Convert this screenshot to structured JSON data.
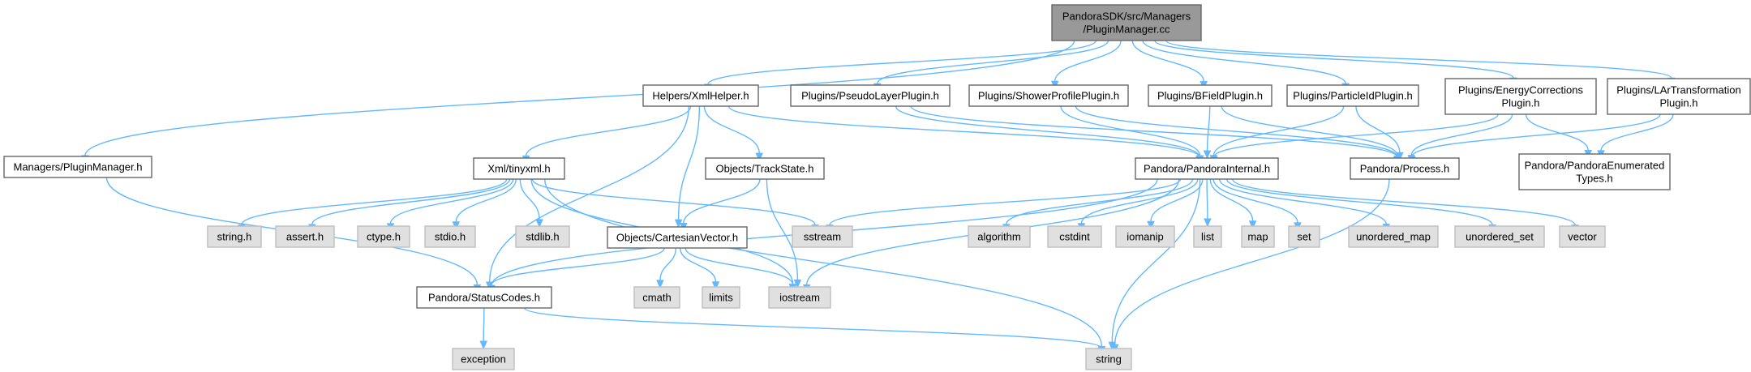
{
  "graph": {
    "edge_color": "#63b8ff",
    "root_fill": "#999999",
    "system_fill": "#e0e0e0",
    "local_fill": "#ffffff",
    "nodes": [
      {
        "id": "root",
        "kind": "root",
        "lines": [
          "PandoraSDK/src/Managers",
          "/PluginManager.cc"
        ]
      },
      {
        "id": "mgr_h",
        "kind": "local",
        "lines": [
          "Managers/PluginManager.h"
        ]
      },
      {
        "id": "xmlhelper",
        "kind": "local",
        "lines": [
          "Helpers/XmlHelper.h"
        ]
      },
      {
        "id": "pseudo",
        "kind": "local",
        "lines": [
          "Plugins/PseudoLayerPlugin.h"
        ]
      },
      {
        "id": "shower",
        "kind": "local",
        "lines": [
          "Plugins/ShowerProfilePlugin.h"
        ]
      },
      {
        "id": "bfield",
        "kind": "local",
        "lines": [
          "Plugins/BFieldPlugin.h"
        ]
      },
      {
        "id": "pid",
        "kind": "local",
        "lines": [
          "Plugins/ParticleIdPlugin.h"
        ]
      },
      {
        "id": "energy",
        "kind": "local",
        "lines": [
          "Plugins/EnergyCorrections",
          "Plugin.h"
        ]
      },
      {
        "id": "lar",
        "kind": "local",
        "lines": [
          "Plugins/LArTransformation",
          "Plugin.h"
        ]
      },
      {
        "id": "tinyxml",
        "kind": "local",
        "lines": [
          "Xml/tinyxml.h"
        ]
      },
      {
        "id": "trackstate",
        "kind": "local",
        "lines": [
          "Objects/TrackState.h"
        ]
      },
      {
        "id": "internal",
        "kind": "local",
        "lines": [
          "Pandora/PandoraInternal.h"
        ]
      },
      {
        "id": "process",
        "kind": "local",
        "lines": [
          "Pandora/Process.h"
        ]
      },
      {
        "id": "enumtypes",
        "kind": "local",
        "lines": [
          "Pandora/PandoraEnumerated",
          "Types.h"
        ]
      },
      {
        "id": "cartesian",
        "kind": "local",
        "lines": [
          "Objects/CartesianVector.h"
        ]
      },
      {
        "id": "status",
        "kind": "local",
        "lines": [
          "Pandora/StatusCodes.h"
        ]
      },
      {
        "id": "string_h",
        "kind": "system",
        "lines": [
          "string.h"
        ]
      },
      {
        "id": "assert_h",
        "kind": "system",
        "lines": [
          "assert.h"
        ]
      },
      {
        "id": "ctype_h",
        "kind": "system",
        "lines": [
          "ctype.h"
        ]
      },
      {
        "id": "stdio_h",
        "kind": "system",
        "lines": [
          "stdio.h"
        ]
      },
      {
        "id": "stdlib_h",
        "kind": "system",
        "lines": [
          "stdlib.h"
        ]
      },
      {
        "id": "sstream",
        "kind": "system",
        "lines": [
          "sstream"
        ]
      },
      {
        "id": "algorithm",
        "kind": "system",
        "lines": [
          "algorithm"
        ]
      },
      {
        "id": "cstdint",
        "kind": "system",
        "lines": [
          "cstdint"
        ]
      },
      {
        "id": "iomanip",
        "kind": "system",
        "lines": [
          "iomanip"
        ]
      },
      {
        "id": "list",
        "kind": "system",
        "lines": [
          "list"
        ]
      },
      {
        "id": "map",
        "kind": "system",
        "lines": [
          "map"
        ]
      },
      {
        "id": "set",
        "kind": "system",
        "lines": [
          "set"
        ]
      },
      {
        "id": "unordered_map",
        "kind": "system",
        "lines": [
          "unordered_map"
        ]
      },
      {
        "id": "unordered_set",
        "kind": "system",
        "lines": [
          "unordered_set"
        ]
      },
      {
        "id": "vector",
        "kind": "system",
        "lines": [
          "vector"
        ]
      },
      {
        "id": "cmath",
        "kind": "system",
        "lines": [
          "cmath"
        ]
      },
      {
        "id": "limits",
        "kind": "system",
        "lines": [
          "limits"
        ]
      },
      {
        "id": "iostream",
        "kind": "system",
        "lines": [
          "iostream"
        ]
      },
      {
        "id": "exception",
        "kind": "system",
        "lines": [
          "exception"
        ]
      },
      {
        "id": "string",
        "kind": "system",
        "lines": [
          "string"
        ]
      }
    ],
    "edges": [
      [
        "root",
        "mgr_h"
      ],
      [
        "root",
        "xmlhelper"
      ],
      [
        "root",
        "pseudo"
      ],
      [
        "root",
        "shower"
      ],
      [
        "root",
        "bfield"
      ],
      [
        "root",
        "pid"
      ],
      [
        "root",
        "energy"
      ],
      [
        "root",
        "lar"
      ],
      [
        "mgr_h",
        "status"
      ],
      [
        "xmlhelper",
        "tinyxml"
      ],
      [
        "xmlhelper",
        "trackstate"
      ],
      [
        "xmlhelper",
        "cartesian"
      ],
      [
        "xmlhelper",
        "internal"
      ],
      [
        "xmlhelper",
        "status"
      ],
      [
        "pseudo",
        "internal"
      ],
      [
        "pseudo",
        "process"
      ],
      [
        "shower",
        "internal"
      ],
      [
        "shower",
        "process"
      ],
      [
        "bfield",
        "internal"
      ],
      [
        "bfield",
        "process"
      ],
      [
        "pid",
        "internal"
      ],
      [
        "pid",
        "process"
      ],
      [
        "energy",
        "internal"
      ],
      [
        "energy",
        "process"
      ],
      [
        "energy",
        "enumtypes"
      ],
      [
        "lar",
        "process"
      ],
      [
        "lar",
        "enumtypes"
      ],
      [
        "tinyxml",
        "string_h"
      ],
      [
        "tinyxml",
        "assert_h"
      ],
      [
        "tinyxml",
        "ctype_h"
      ],
      [
        "tinyxml",
        "stdio_h"
      ],
      [
        "tinyxml",
        "stdlib_h"
      ],
      [
        "tinyxml",
        "sstream"
      ],
      [
        "tinyxml",
        "iostream"
      ],
      [
        "tinyxml",
        "string"
      ],
      [
        "trackstate",
        "cartesian"
      ],
      [
        "trackstate",
        "iostream"
      ],
      [
        "internal",
        "sstream"
      ],
      [
        "internal",
        "algorithm"
      ],
      [
        "internal",
        "cstdint"
      ],
      [
        "internal",
        "iomanip"
      ],
      [
        "internal",
        "list"
      ],
      [
        "internal",
        "map"
      ],
      [
        "internal",
        "set"
      ],
      [
        "internal",
        "unordered_map"
      ],
      [
        "internal",
        "unordered_set"
      ],
      [
        "internal",
        "vector"
      ],
      [
        "internal",
        "iostream"
      ],
      [
        "internal",
        "status"
      ],
      [
        "internal",
        "string"
      ],
      [
        "process",
        "string"
      ],
      [
        "cartesian",
        "cmath"
      ],
      [
        "cartesian",
        "limits"
      ],
      [
        "cartesian",
        "iostream"
      ],
      [
        "cartesian",
        "status"
      ],
      [
        "status",
        "exception"
      ],
      [
        "status",
        "string"
      ]
    ]
  }
}
